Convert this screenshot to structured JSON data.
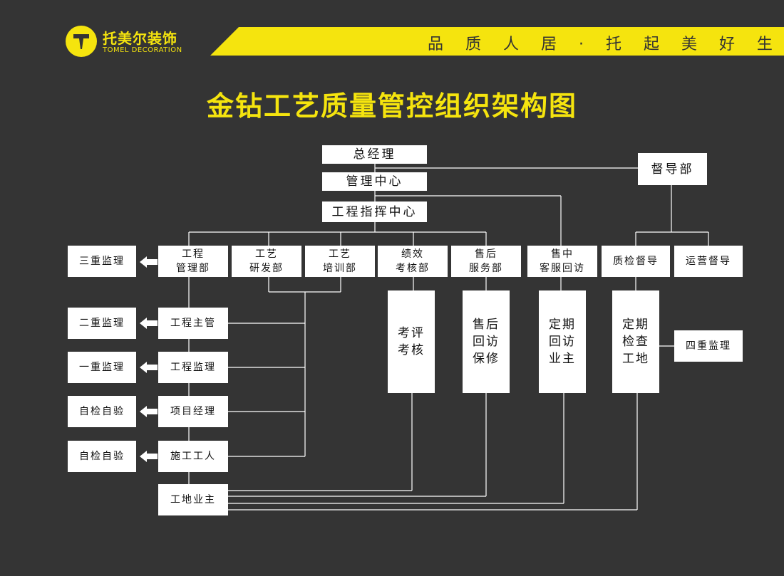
{
  "header": {
    "logo_text": "托美尔装饰",
    "logo_sub": "TOMEL DECORATION",
    "logo_glyph": "T",
    "slogan": "品 质 人 居 · 托 起 美 好 生 活",
    "accent_color": "#f5e40e",
    "background_color": "#343434"
  },
  "title": "金钻工艺质量管控组织架构图",
  "nodes": {
    "general_manager": "总经理",
    "management_center": "管理中心",
    "engineering_command": "工程指挥中心",
    "supervision_dept": "督导部",
    "eng_mgmt_dept": "工程\n管理部",
    "craft_rd_dept": "工艺\n研发部",
    "craft_training_dept": "工艺\n培训部",
    "performance_dept": "绩效\n考核部",
    "after_sales_dept": "售后\n服务部",
    "in_sale_return": "售中\n客服回访",
    "quality_supervision": "质检督导",
    "operation_supervision": "运营督导",
    "triple_supervision": "三重监理",
    "double_supervision": "二重监理",
    "single_supervision": "一重监理",
    "self_check_1": "自检自验",
    "self_check_2": "自检自验",
    "eng_supervisor": "工程主管",
    "eng_inspector": "工程监理",
    "project_manager": "项目经理",
    "construction_worker": "施工工人",
    "site_owner": "工地业主",
    "evaluation": "考评\n考核",
    "after_sales_repair": "售后\n回访\n保修",
    "regular_return": "定期\n回访\n业主",
    "regular_inspection": "定期\n检查\n工地",
    "quad_supervision": "四重监理"
  }
}
